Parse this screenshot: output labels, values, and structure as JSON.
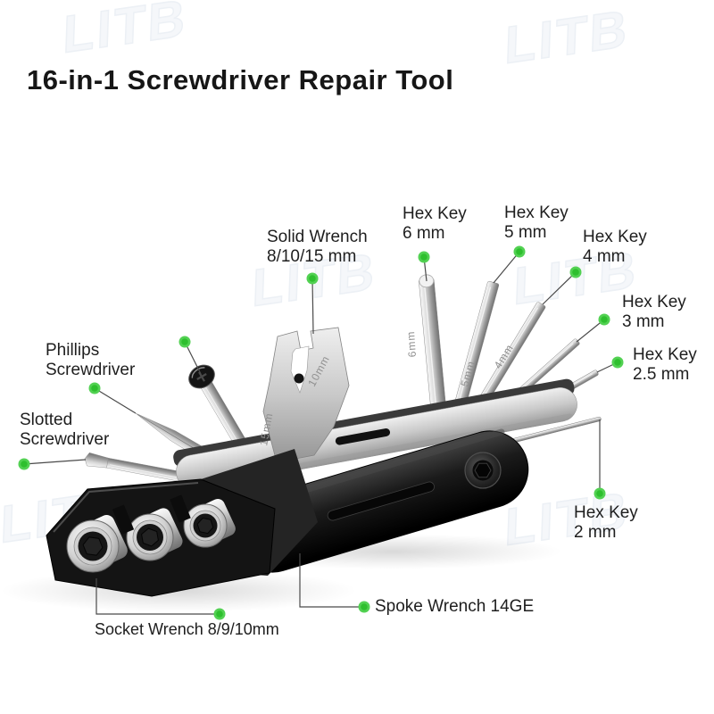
{
  "title": "16-in-1 Screwdriver Repair Tool",
  "watermark": "LITB",
  "accent_green": "#3ec53e",
  "annotations": {
    "solid_wrench": {
      "line1": "Solid Wrench",
      "line2": "8/10/15 mm"
    },
    "hex_key_6": {
      "line1": "Hex Key",
      "line2": "6 mm"
    },
    "hex_key_5": {
      "line1": "Hex Key",
      "line2": "5 mm"
    },
    "hex_key_4": {
      "line1": "Hex Key",
      "line2": "4 mm"
    },
    "hex_key_3": {
      "line1": "Hex Key",
      "line2": "3 mm"
    },
    "hex_key_2_5": {
      "line1": "Hex Key",
      "line2": "2.5 mm"
    },
    "hex_key_2": {
      "line1": "Hex Key",
      "line2": "2 mm"
    },
    "phillips": {
      "line1": "Phillips",
      "line2": "Screwdriver"
    },
    "slotted": {
      "line1": "Slotted",
      "line2": "Screwdriver"
    },
    "socket_wrench": {
      "line1": "Socket Wrench 8/9/10mm"
    },
    "spoke_wrench": {
      "line1": "Spoke Wrench 14GE"
    }
  },
  "engravings": {
    "hex6": "6mm",
    "hex5": "5mm",
    "hex4": "4mm",
    "wrench10": "10mm",
    "wrench15": "15mm"
  }
}
